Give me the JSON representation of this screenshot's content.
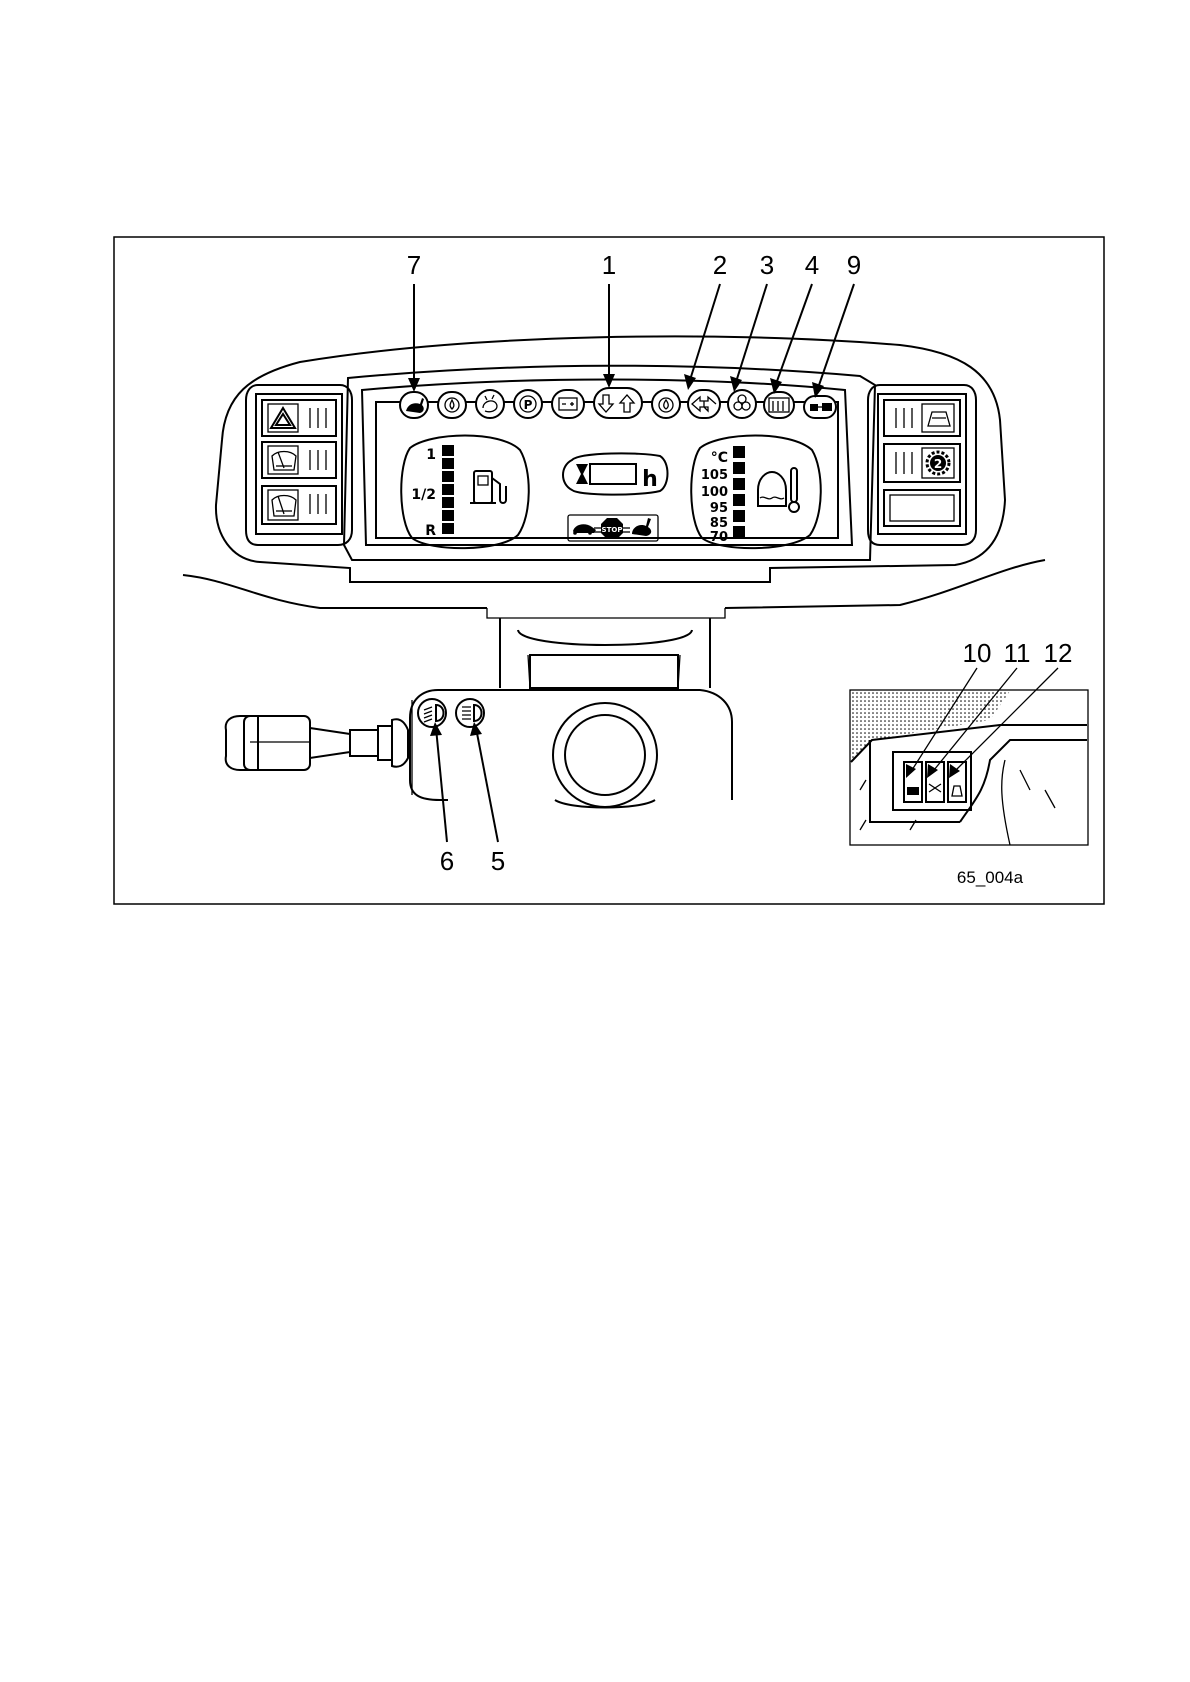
{
  "figure": {
    "code": "65_004a",
    "callouts": [
      {
        "id": "7",
        "label": "7"
      },
      {
        "id": "1",
        "label": "1"
      },
      {
        "id": "2",
        "label": "2"
      },
      {
        "id": "3",
        "label": "3"
      },
      {
        "id": "4",
        "label": "4"
      },
      {
        "id": "9",
        "label": "9"
      },
      {
        "id": "6",
        "label": "6"
      },
      {
        "id": "5",
        "label": "5"
      },
      {
        "id": "10",
        "label": "10"
      },
      {
        "id": "11",
        "label": "11"
      },
      {
        "id": "12",
        "label": "12"
      }
    ]
  },
  "fuel_gauge": {
    "labels": [
      "1",
      "1/2",
      "R"
    ]
  },
  "hour_meter": {
    "unit": "h"
  },
  "speed_indicator": {
    "stop_label": "STOP"
  },
  "temp_gauge": {
    "unit": "°C",
    "labels": [
      "105",
      "100",
      "95",
      "85",
      "70"
    ]
  }
}
